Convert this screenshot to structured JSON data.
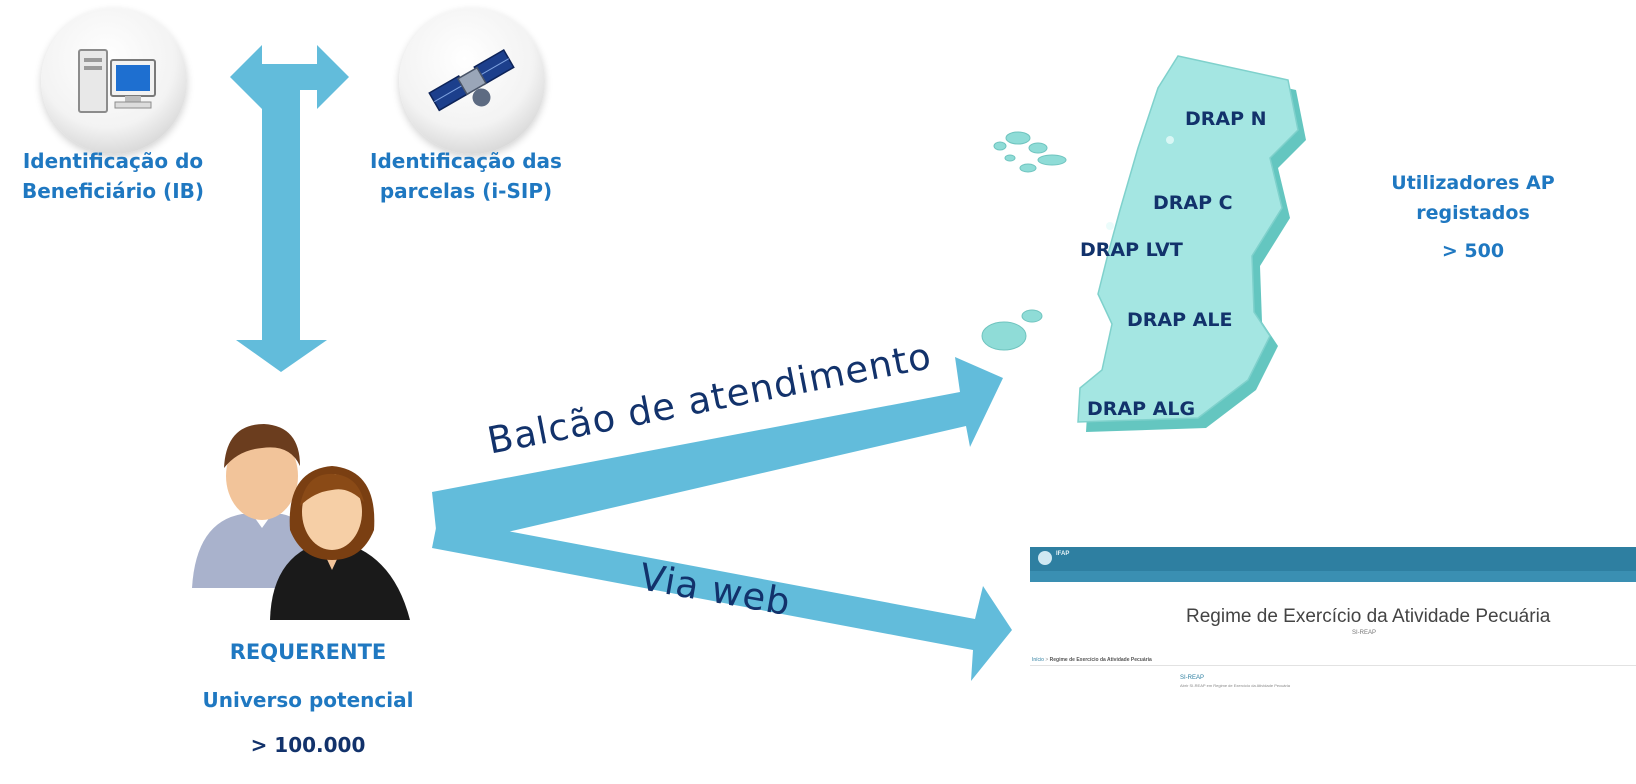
{
  "nodes": {
    "ib": {
      "label_line1": "Identificação do",
      "label_line2": "Beneficiário (IB)",
      "icon": "computer-icon"
    },
    "isip": {
      "label_line1": "Identificação das",
      "label_line2": "parcelas (i-SIP)",
      "icon": "satellite-icon"
    },
    "requerente": {
      "title": "REQUERENTE",
      "subtitle": "Universo potencial",
      "count": "> 100.000",
      "icon": "users-icon"
    }
  },
  "channels": {
    "balcao": "Balcão de atendimento",
    "web": "Via web"
  },
  "map": {
    "regions": [
      "DRAP N",
      "DRAP C",
      "DRAP LVT",
      "DRAP ALE",
      "DRAP ALG"
    ],
    "users_line1": "Utilizadores AP",
    "users_line2": "registados",
    "users_count": "> 500"
  },
  "web_screenshot": {
    "org": "IFAP",
    "title": "Regime de Exercício da Atividade Pecuária",
    "subtitle": "SI-REAP",
    "breadcrumb_home": "Início",
    "breadcrumb_current": "Regime de Exercício da Atividade Pecuária",
    "link_title": "SI-REAP",
    "link_desc": "Abrir SI-REAP em Regime de Exercício da Atividade Pecuária"
  },
  "colors": {
    "arrow": "#62bcdb",
    "label": "#1f78c1",
    "dark_label": "#12326b",
    "map_fill": "#8fdcd7",
    "header": "#2e7fa1"
  }
}
